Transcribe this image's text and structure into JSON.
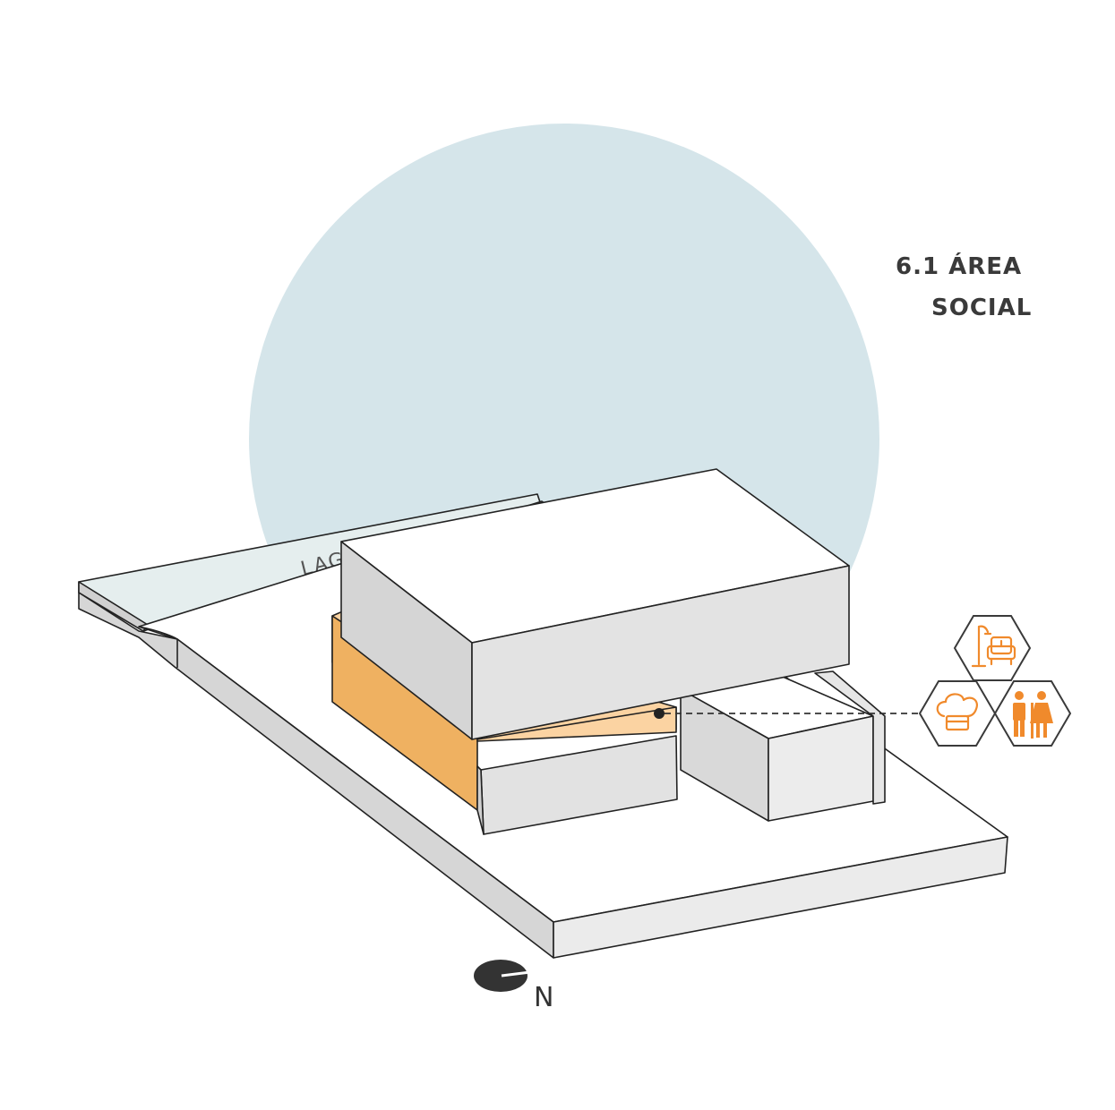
{
  "title": {
    "line1": "6.1 ÁREA",
    "line2": "SOCIAL"
  },
  "road_label": "LAG",
  "north_label": "N",
  "colors": {
    "sky_circle": "#d5e5ea",
    "road": "#e5eeee",
    "highlight_front": "#efb161",
    "highlight_light": "#fbd3a2",
    "volume_side": "#d9d9d9",
    "volume_top": "#ffffff",
    "icon_orange": "#f08a2c",
    "hexagon_stroke": "#3a3a3a"
  },
  "legend_icons": [
    {
      "name": "living-room-icon"
    },
    {
      "name": "kitchen-chef-icon"
    },
    {
      "name": "restroom-icon"
    }
  ]
}
